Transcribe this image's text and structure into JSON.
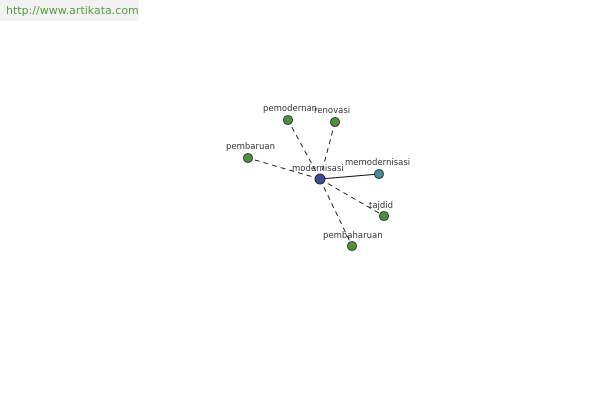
{
  "source": {
    "url_text": "http://www.artikata.com"
  },
  "graph": {
    "center": {
      "label": "modernisasi",
      "color": "#3c4f9c"
    },
    "nodes": [
      {
        "label": "pemodernan",
        "link": "dashed",
        "color": "#4f8f3d"
      },
      {
        "label": "renovasi",
        "link": "dashed",
        "color": "#4f8f3d"
      },
      {
        "label": "pembaruan",
        "link": "dashed",
        "color": "#4f8f3d"
      },
      {
        "label": "memodernisasi",
        "link": "solid",
        "color": "#3f8f94"
      },
      {
        "label": "tajdid",
        "link": "dashed",
        "color": "#4f8f3d"
      },
      {
        "label": "pembaharuan",
        "link": "dashed",
        "color": "#4f8f3d"
      }
    ]
  }
}
